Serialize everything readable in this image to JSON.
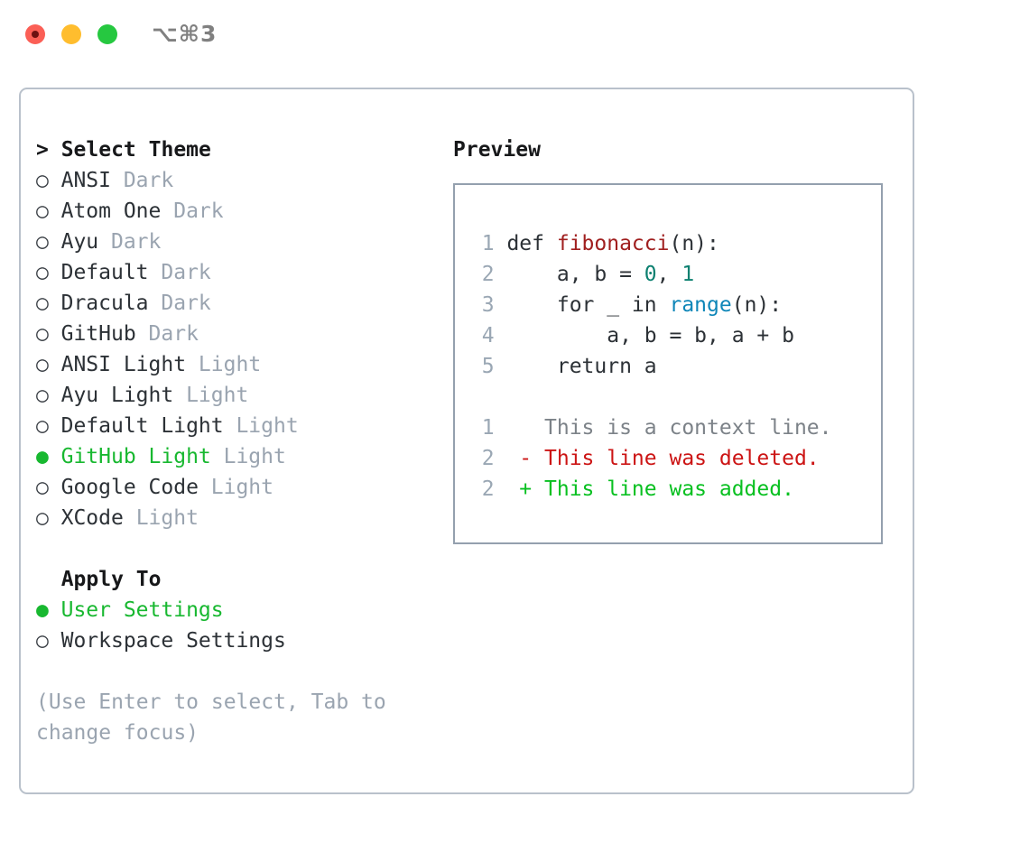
{
  "window": {
    "shortcut_label": "⌥⌘3",
    "traffic_lights": [
      {
        "name": "close",
        "color": "#fb5f56"
      },
      {
        "name": "minimize",
        "color": "#ffbd2e"
      },
      {
        "name": "maximize",
        "color": "#26c840"
      }
    ]
  },
  "theme_list": {
    "header": "> Select Theme",
    "items": [
      {
        "marker": "○",
        "label": "ANSI",
        "kind": "Dark",
        "selected": false
      },
      {
        "marker": "○",
        "label": "Atom One",
        "kind": "Dark",
        "selected": false
      },
      {
        "marker": "○",
        "label": "Ayu",
        "kind": "Dark",
        "selected": false
      },
      {
        "marker": "○",
        "label": "Default",
        "kind": "Dark",
        "selected": false
      },
      {
        "marker": "○",
        "label": "Dracula",
        "kind": "Dark",
        "selected": false
      },
      {
        "marker": "○",
        "label": "GitHub",
        "kind": "Dark",
        "selected": false
      },
      {
        "marker": "○",
        "label": "ANSI Light",
        "kind": "Light",
        "selected": false
      },
      {
        "marker": "○",
        "label": "Ayu Light",
        "kind": "Light",
        "selected": false
      },
      {
        "marker": "○",
        "label": "Default Light",
        "kind": "Light",
        "selected": false
      },
      {
        "marker": "●",
        "label": "GitHub Light",
        "kind": "Light",
        "selected": true
      },
      {
        "marker": "○",
        "label": "Google Code",
        "kind": "Light",
        "selected": false
      },
      {
        "marker": "○",
        "label": "XCode",
        "kind": "Light",
        "selected": false
      }
    ]
  },
  "apply_to": {
    "header": "  Apply To",
    "options": [
      {
        "marker": "●",
        "label": "User Settings",
        "selected": true
      },
      {
        "marker": "○",
        "label": "Workspace Settings",
        "selected": false
      }
    ]
  },
  "hint": "(Use Enter to select, Tab to change focus)",
  "preview": {
    "header": "Preview",
    "code_lines": [
      {
        "num": "1",
        "segments": [
          {
            "text": "def ",
            "style": "plain"
          },
          {
            "text": "fibonacci",
            "style": "fn"
          },
          {
            "text": "(n):",
            "style": "plain"
          }
        ]
      },
      {
        "num": "2",
        "segments": [
          {
            "text": "    a, b = ",
            "style": "plain"
          },
          {
            "text": "0",
            "style": "num"
          },
          {
            "text": ", ",
            "style": "plain"
          },
          {
            "text": "1",
            "style": "num"
          }
        ]
      },
      {
        "num": "3",
        "segments": [
          {
            "text": "    for _ in ",
            "style": "plain"
          },
          {
            "text": "range",
            "style": "call"
          },
          {
            "text": "(n):",
            "style": "plain"
          }
        ]
      },
      {
        "num": "4",
        "segments": [
          {
            "text": "        a, b = b, a + b",
            "style": "plain"
          }
        ]
      },
      {
        "num": "5",
        "segments": [
          {
            "text": "    return a",
            "style": "plain"
          }
        ]
      }
    ],
    "diff_lines": [
      {
        "num": "1",
        "sign": "  ",
        "text": "This is a context line.",
        "kind": "context"
      },
      {
        "num": "2",
        "sign": "- ",
        "text": "This line was deleted.",
        "kind": "deleted"
      },
      {
        "num": "2",
        "sign": "+ ",
        "text": "This line was added.",
        "kind": "added"
      }
    ]
  },
  "colors": {
    "accent_green": "#18b830",
    "muted": "#9aa4b0",
    "function": "#a01f1f",
    "number": "#0c8070",
    "call": "#0e86b8",
    "diff_deleted": "#cc1414",
    "diff_added": "#08c020",
    "panel_border": "#b9c1cb",
    "preview_border": "#94a0ae"
  }
}
